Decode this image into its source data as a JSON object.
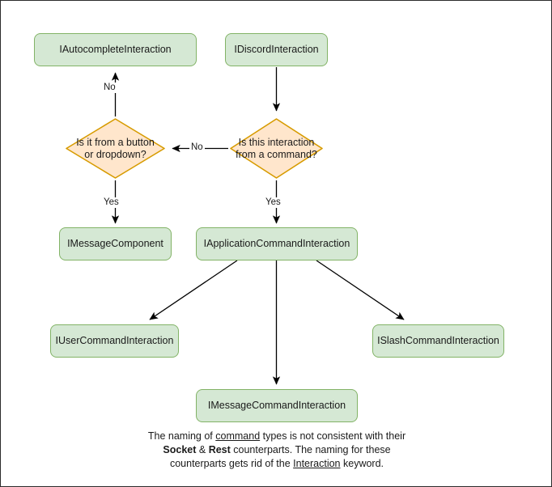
{
  "diagram": {
    "title": "Discord interaction type hierarchy flowchart",
    "colors": {
      "box_fill": "#d5e8d4",
      "box_stroke": "#82b366",
      "diamond_fill": "#ffe6cc",
      "diamond_stroke": "#d79b00",
      "edge": "#000000",
      "text": "#1a1a1a",
      "canvas_border": "#2b2b2b"
    },
    "nodes": [
      {
        "id": "autocomplete",
        "shape": "rounded-rect",
        "label": "IAutocompleteInteraction"
      },
      {
        "id": "discord",
        "shape": "rounded-rect",
        "label": "IDiscordInteraction"
      },
      {
        "id": "decision_button",
        "shape": "diamond",
        "label": "Is it from a button or dropdown?"
      },
      {
        "id": "decision_command",
        "shape": "diamond",
        "label": "Is this interaction from a command?"
      },
      {
        "id": "messagecomponent",
        "shape": "rounded-rect",
        "label": "IMessageComponent"
      },
      {
        "id": "appcommand",
        "shape": "rounded-rect",
        "label": "IApplicationCommandInteraction"
      },
      {
        "id": "usercommand",
        "shape": "rounded-rect",
        "label": "IUserCommandInteraction"
      },
      {
        "id": "messagecommand",
        "shape": "rounded-rect",
        "label": "IMessageCommandInteraction"
      },
      {
        "id": "slashcommand",
        "shape": "rounded-rect",
        "label": "ISlashCommandInteraction"
      }
    ],
    "edges": [
      {
        "from": "discord",
        "to": "decision_command",
        "label": ""
      },
      {
        "from": "decision_command",
        "to": "decision_button",
        "label": "No"
      },
      {
        "from": "decision_button",
        "to": "autocomplete",
        "label": "No"
      },
      {
        "from": "decision_button",
        "to": "messagecomponent",
        "label": "Yes"
      },
      {
        "from": "decision_command",
        "to": "appcommand",
        "label": "Yes"
      },
      {
        "from": "appcommand",
        "to": "usercommand",
        "label": ""
      },
      {
        "from": "appcommand",
        "to": "messagecommand",
        "label": ""
      },
      {
        "from": "appcommand",
        "to": "slashcommand",
        "label": ""
      }
    ],
    "edge_labels": {
      "no_to_autocomplete": "No",
      "no_between_decisions": "No",
      "yes_to_messagecomponent": "Yes",
      "yes_to_appcommand": "Yes"
    },
    "footnote": {
      "line1_a": "The naming of ",
      "line1_u": "command",
      "line1_b": " types is not consistent with their",
      "line2_a": "Socket",
      "line2_amp": " & ",
      "line2_b": "Rest",
      "line2_c": " counterparts. The naming for these",
      "line3_a": "counterparts gets rid of the ",
      "line3_u": "Interaction",
      "line3_b": " keyword."
    }
  }
}
